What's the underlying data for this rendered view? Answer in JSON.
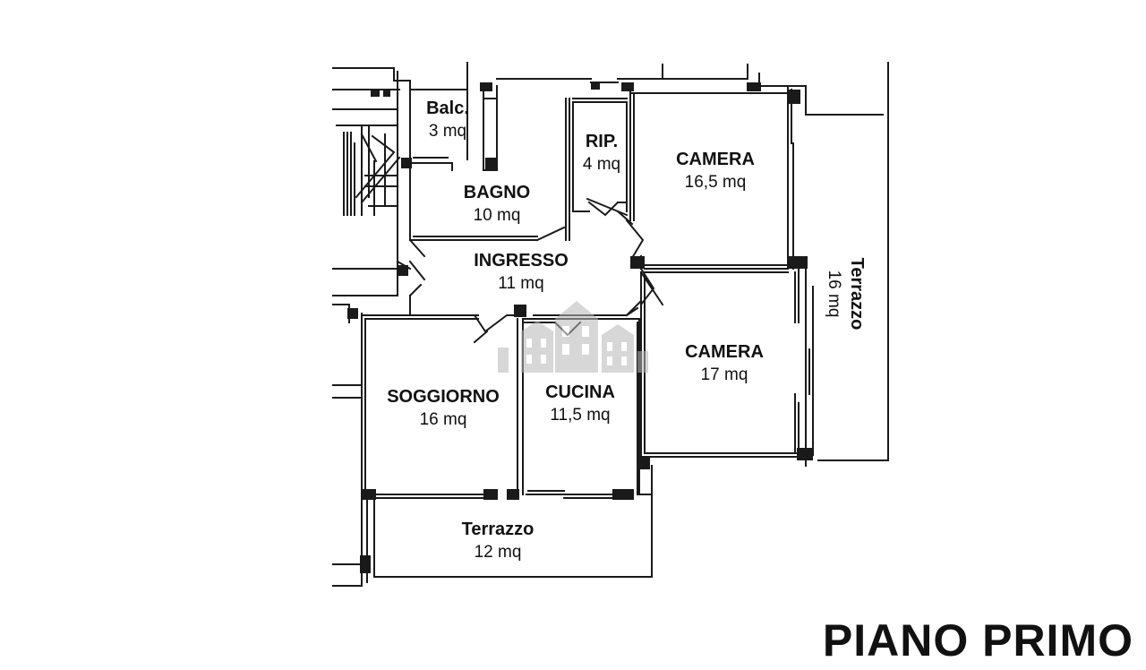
{
  "title": "PIANO PRIMO",
  "colors": {
    "wall": "#1a1a1a",
    "background": "#ffffff",
    "watermark": "#b8b8b8"
  },
  "watermark_icon": "building-watermark-icon",
  "rooms": {
    "balcone": {
      "name": "Balc.",
      "area": "3 mq"
    },
    "ripostiglio": {
      "name": "RIP.",
      "area": "4 mq"
    },
    "camera_1": {
      "name": "CAMERA",
      "area": "16,5 mq"
    },
    "bagno": {
      "name": "BAGNO",
      "area": "10 mq"
    },
    "ingresso": {
      "name": "INGRESSO",
      "area": "11 mq"
    },
    "camera_2": {
      "name": "CAMERA",
      "area": "17 mq"
    },
    "soggiorno": {
      "name": "SOGGIORNO",
      "area": "16 mq"
    },
    "cucina": {
      "name": "CUCINA",
      "area": "11,5 mq"
    },
    "terrazzo_south": {
      "name": "Terrazzo",
      "area": "12 mq"
    },
    "terrazzo_east": {
      "name": "Terrazzo",
      "area": "16 mq"
    }
  }
}
